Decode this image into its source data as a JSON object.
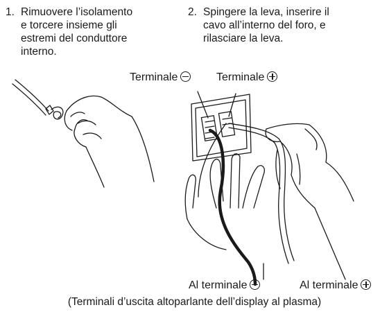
{
  "steps": [
    {
      "number": "1.",
      "text": "Rimuovere l’isolamento\ne torcere insieme gli\nestremi del conduttore\ninterno."
    },
    {
      "number": "2.",
      "text": "Spingere la leva, inserire il\ncavo all’interno del foro, e\nrilasciare la leva."
    }
  ],
  "labels": {
    "terminal_minus": "Terminale",
    "terminal_plus": "Terminale",
    "to_terminal_minus": "Al terminale",
    "to_terminal_plus": "Al terminale"
  },
  "caption": "(Terminali d’uscita altoparlante dell’display al plasma)"
}
